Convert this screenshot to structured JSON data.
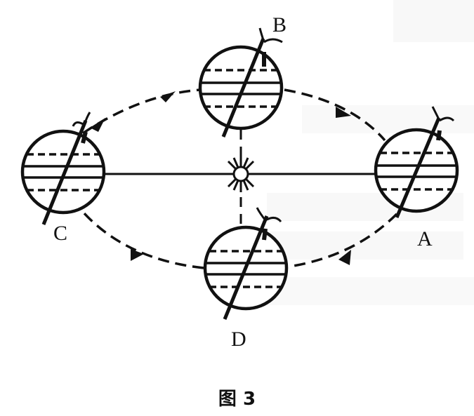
{
  "figure": {
    "caption": "图 3",
    "points": {
      "A": "A",
      "B": "B",
      "C": "C",
      "D": "D"
    }
  },
  "colors": {
    "ink": "#111111",
    "background": "#ffffff",
    "bleed_through": "#cfcfcf"
  }
}
